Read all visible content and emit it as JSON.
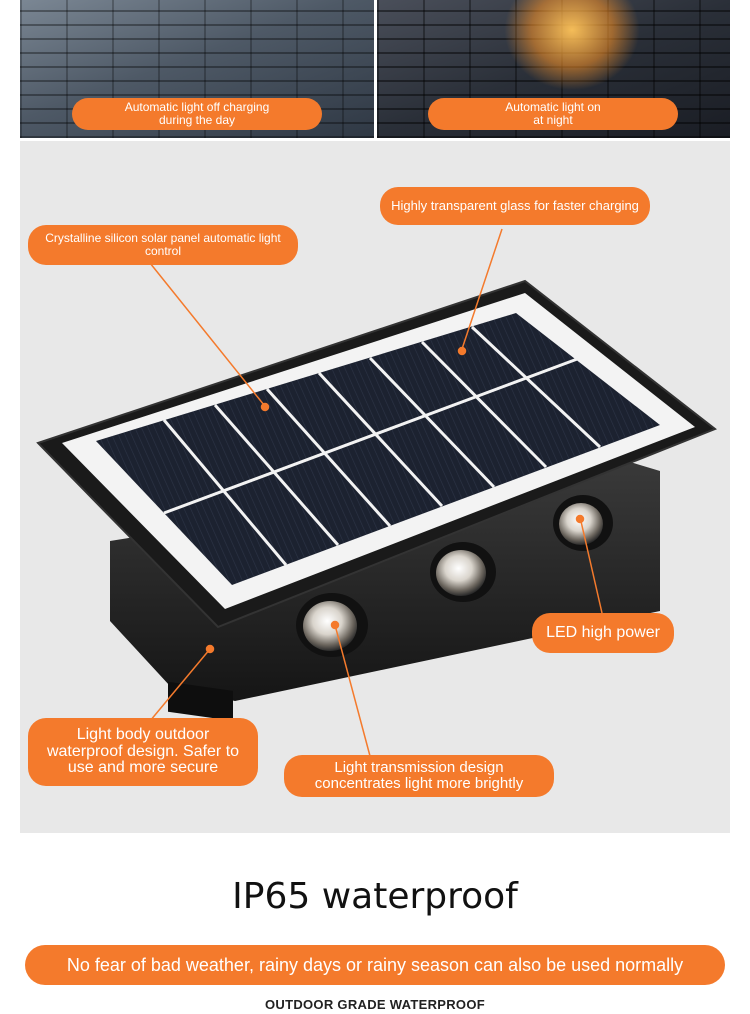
{
  "photos": {
    "day_caption": "Automatic light off charging\nduring the day",
    "night_caption": "Automatic light on\nat night"
  },
  "callouts": {
    "glass": "Highly transparent glass for faster charging",
    "panel": "Crystalline silicon solar panel automatic light control",
    "led": "LED high power",
    "body": "Light body outdoor waterproof design. Safer to use and more secure",
    "transmission": "Light transmission design concentrates light more brightly"
  },
  "rating": {
    "title": "IP65 waterproof",
    "banner": "No fear of bad weather, rainy days or rainy season can also be used normally",
    "footer": "OUTDOOR GRADE WATERPROOF"
  },
  "colors": {
    "accent": "#f47a2c",
    "background": "#e8e8e8"
  }
}
